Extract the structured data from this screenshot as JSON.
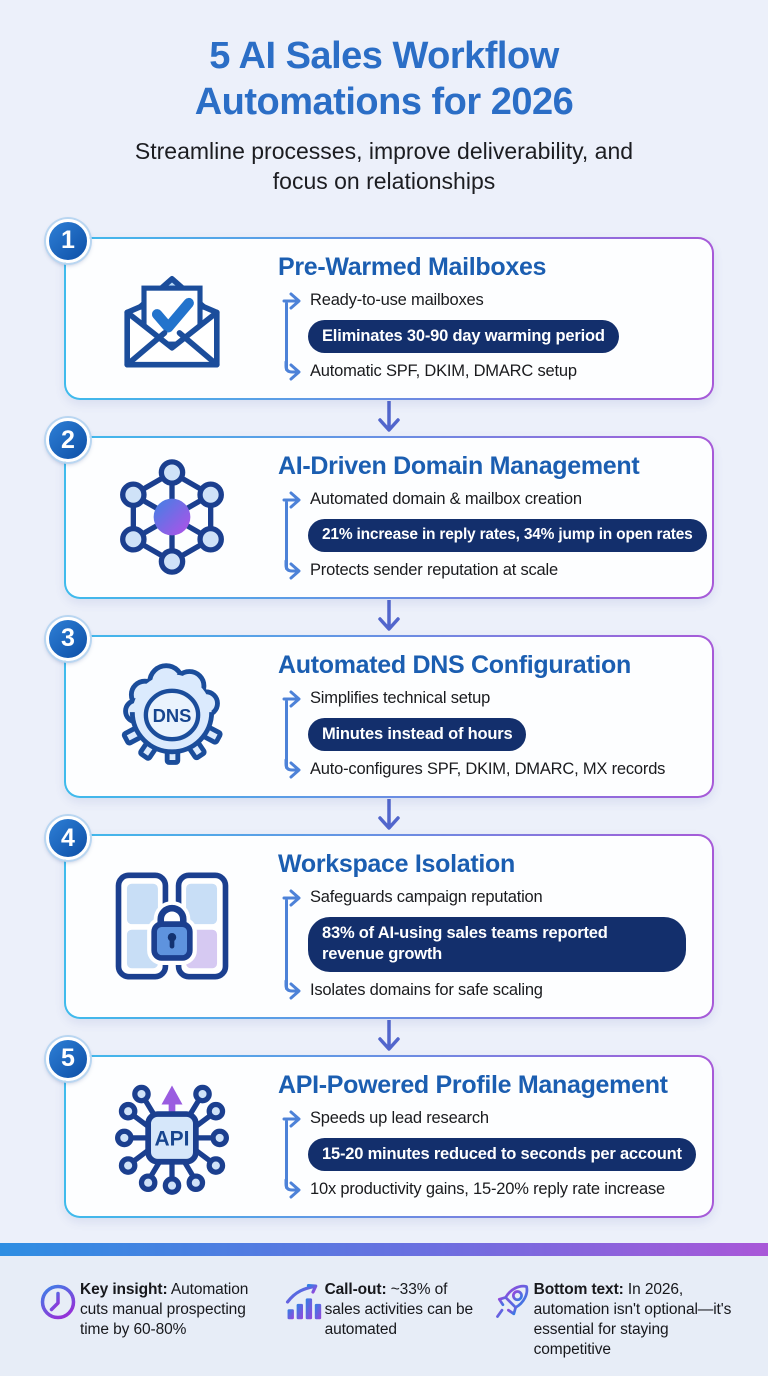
{
  "header": {
    "title": "5 AI Sales Workflow Automations for 2026",
    "subtitle": "Streamline processes, improve deliverability, and focus on relationships"
  },
  "cards": [
    {
      "number": "1",
      "title": "Pre-Warmed Mailboxes",
      "icon": "mail-check-icon",
      "bullet_top": "Ready-to-use mailboxes",
      "stat": "Eliminates 30-90 day warming period",
      "bullet_bottom": "Automatic SPF, DKIM, DMARC setup"
    },
    {
      "number": "2",
      "title": "AI-Driven Domain Management",
      "icon": "network-icon",
      "bullet_top": "Automated domain & mailbox creation",
      "stat": "21% increase in reply rates, 34% jump in open rates",
      "bullet_bottom": "Protects sender reputation at scale"
    },
    {
      "number": "3",
      "title": "Automated DNS Configuration",
      "icon": "dns-gear-cloud-icon",
      "bullet_top": "Simplifies technical setup",
      "stat": "Minutes instead of hours",
      "bullet_bottom": "Auto-configures SPF, DKIM, DMARC, MX records"
    },
    {
      "number": "4",
      "title": "Workspace Isolation",
      "icon": "workspace-lock-icon",
      "bullet_top": "Safeguards campaign reputation",
      "stat": "83% of AI-using sales teams reported revenue growth",
      "bullet_bottom": "Isolates domains for safe scaling"
    },
    {
      "number": "5",
      "title": "API-Powered Profile Management",
      "icon": "api-chip-icon",
      "bullet_top": "Speeds up lead research",
      "stat": "15-20 minutes reduced to seconds per account",
      "bullet_bottom": "10x productivity gains, 15-20% reply rate increase"
    }
  ],
  "icon_labels": {
    "dns": "DNS",
    "api": "API"
  },
  "footer": {
    "items": [
      {
        "icon": "clock-icon",
        "label": "Key insight:",
        "text": " Automation cuts manual prospecting time by 60-80%"
      },
      {
        "icon": "bar-chart-icon",
        "label": "Call-out:",
        "text": " ~33% of sales activities can be automated"
      },
      {
        "icon": "rocket-icon",
        "label": "Bottom text:",
        "text": " In 2026, automation isn't optional—it's essential for staying competitive"
      }
    ]
  },
  "colors": {
    "accent_blue": "#2f8fe2",
    "accent_purple": "#a757d8",
    "pill_navy": "#132f6c",
    "title_blue": "#1b5eb1",
    "headline_blue": "#2b6ec6"
  }
}
